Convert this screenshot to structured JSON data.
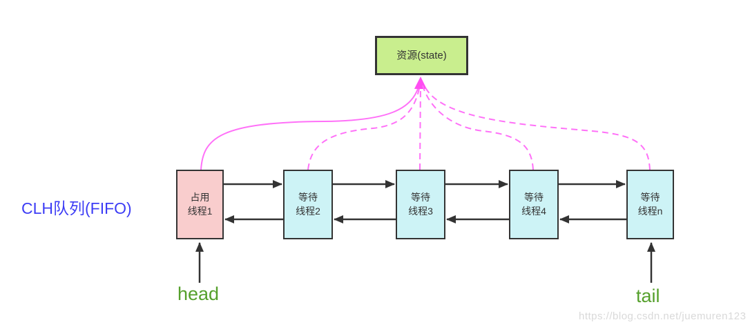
{
  "diagram": {
    "type": "clh-queue-diagram",
    "queue_label": "CLH队列(FIFO)",
    "resource_box": {
      "label": "资源(state)"
    },
    "queue": {
      "nodes": [
        {
          "line1": "占用",
          "line2": "线程1",
          "role": "occupying-thread"
        },
        {
          "line1": "等待",
          "line2": "线程2",
          "role": "waiting-thread"
        },
        {
          "line1": "等待",
          "line2": "线程3",
          "role": "waiting-thread"
        },
        {
          "line1": "等待",
          "line2": "线程4",
          "role": "waiting-thread"
        },
        {
          "line1": "等待",
          "line2": "线程n",
          "role": "waiting-thread"
        }
      ]
    },
    "pointers": {
      "head_label": "head",
      "tail_label": "tail"
    },
    "watermark": "https://blog.csdn.net/juemuren123",
    "colors": {
      "resource_fill": "#c9ee8e",
      "occupying_fill": "#f9cdcd",
      "waiting_fill": "#cdf3f6",
      "box_border": "#333333",
      "link_arrow": "#333333",
      "resource_link": "#ff70f8",
      "queue_label_text": "#3c3cf5",
      "pointer_text": "#55a02c",
      "watermark_text": "#d9d9d9"
    }
  }
}
